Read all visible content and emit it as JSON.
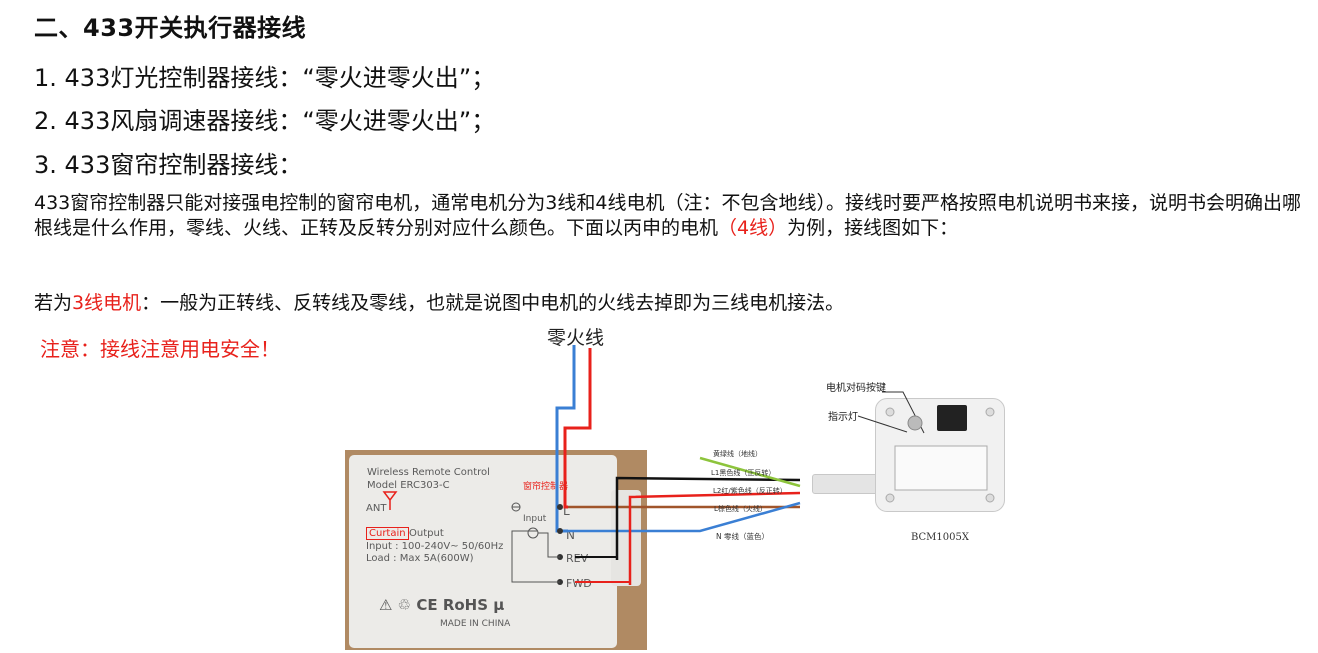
{
  "heading": "二、433开关执行器接线",
  "items": [
    "1. 433灯光控制器接线：“零火进零火出”；",
    "2. 433风扇调速器接线：“零火进零火出”；",
    "3. 433窗帘控制器接线："
  ],
  "paragraph": {
    "before_red": "433窗帘控制器只能对接强电控制的窗帘电机，通常电机分为3线和4线电机（注：不包含地线）。接线时要严格按照电机说明书来接，说明书会明确出哪根线是什么作用，零线、火线、正转及反转分别对应什么颜色。下面以丙申的电机",
    "red": "（4线）",
    "after_red": "为例，接线图如下："
  },
  "three_wire": {
    "prefix": "若为",
    "red": "3线电机",
    "suffix": "：一般为正转线、反转线及零线，也就是说图中电机的火线去掉即为三线电机接法。"
  },
  "warning": "注意：接线注意用电安全！",
  "diagram": {
    "wire_title": "零火线",
    "controller_label": "窗帘控制器",
    "device": {
      "name": "Wireless Remote Control",
      "model": "Model ERC303-C",
      "ant": "ANT",
      "curtain": "Curtain",
      "output": "Output",
      "input_spec": "Input  : 100-240V~ 50/60Hz",
      "load_spec": "Load  : Max 5A(600W)",
      "certifications": "⚠ ♲ CE RoHS μ",
      "made_in": "MADE IN CHINA",
      "input_label": "Input",
      "terminal_l": "L",
      "terminal_n": "N",
      "terminal_rev": "REV",
      "terminal_fwd": "FWD"
    },
    "motor": {
      "pair_button": "电机对码按键",
      "indicator": "指示灯",
      "model": "BCM1005X",
      "wires": [
        "黄绿线（地线）",
        "L1黑色线（正反转）",
        "L2红/紫色线（反正转）",
        "L棕色线（火线）",
        "N 零线（蓝色）"
      ]
    },
    "colors": {
      "blue": "#3a7fd4",
      "red": "#e8211b",
      "black": "#111111",
      "brown": "#a0552b",
      "yellow_green": "#8dc43c"
    }
  }
}
